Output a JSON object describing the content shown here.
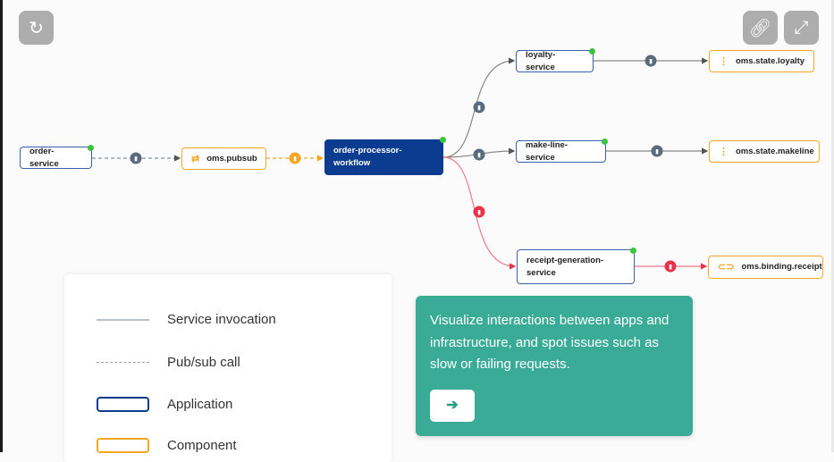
{
  "toolbar": {
    "refresh_icon": "refresh-icon",
    "link_icon": "link-icon",
    "expand_icon": "expand-icon"
  },
  "nodes": {
    "order_service": "order-service",
    "oms_pubsub": "oms.pubsub",
    "order_processor": "order-processor-workflow",
    "loyalty_service": "loyalty-service",
    "make_line_service": "make-line-service",
    "receipt_service": "receipt-generation-service",
    "state_loyalty": "oms.state.loyalty",
    "state_makeline": "oms.state.makeline",
    "binding_receipt": "oms.binding.receipt"
  },
  "colors": {
    "application": "#3b5fb0",
    "component": "#f5a623",
    "workflow": "#0c3c8f",
    "healthy": "#3bc43b",
    "error": "#e8334a",
    "neutral": "#5a6b7d",
    "card": "#3aab97"
  },
  "legend": {
    "items": [
      {
        "label": "Service invocation"
      },
      {
        "label": "Pub/sub call"
      },
      {
        "label": "Application"
      },
      {
        "label": "Component"
      }
    ]
  },
  "card": {
    "text": "Visualize interactions between apps and infrastructure, and spot issues such as slow or failing requests.",
    "button": "➔"
  }
}
